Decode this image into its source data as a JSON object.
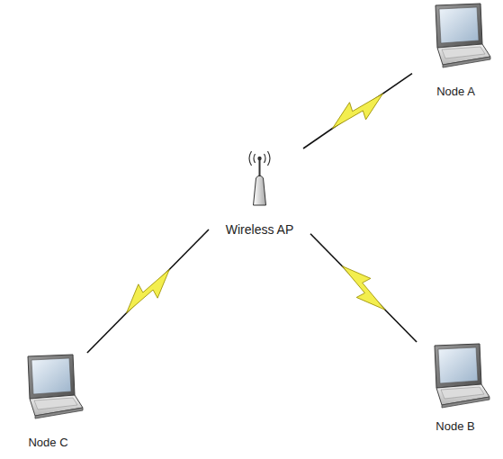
{
  "diagram": {
    "nodes": [
      {
        "text": [
          "Wireless AP"
        ]
      },
      {
        "text": [
          "Node A"
        ]
      },
      {
        "text": [
          "Node B"
        ]
      },
      {
        "text": [
          "Node C"
        ]
      }
    ],
    "edges": [
      {
        "from": 0,
        "to": 1,
        "arrow": "none"
      },
      {
        "from": 0,
        "to": 2,
        "arrow": "none"
      },
      {
        "from": 0,
        "to": 3,
        "arrow": "none"
      }
    ]
  }
}
